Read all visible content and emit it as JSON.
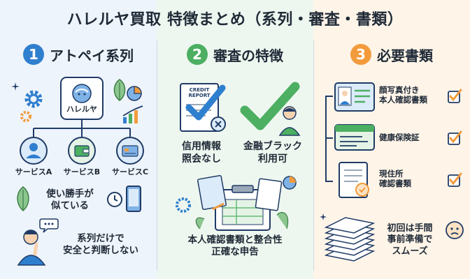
{
  "title": "ハレルヤ買取 特徴まとめ（系列・審査・書類）",
  "panels": [
    {
      "number": "1",
      "heading": "アトペイ系列",
      "logo_text": "ハレルヤ",
      "services": [
        "サービスA",
        "サービスB",
        "サービスC"
      ],
      "point_1": [
        "使い勝手が",
        "似ている"
      ],
      "point_2": [
        "系列だけで",
        "安全と判断しない"
      ]
    },
    {
      "number": "2",
      "heading": "審査の特徴",
      "report_text": [
        "CREDIT",
        "REPORT"
      ],
      "item_1": [
        "信用情報",
        "照会なし"
      ],
      "item_2": [
        "金融ブラック",
        "利用可"
      ],
      "point": [
        "本人確認書類と整合性",
        "正確な申告"
      ]
    },
    {
      "number": "3",
      "heading": "必要書類",
      "docs": [
        [
          "顔写真付き",
          "本人確認書類"
        ],
        [
          "健康保険証"
        ],
        [
          "現住所",
          "確認書類"
        ]
      ],
      "point": [
        "初回は手間",
        "事前準備で",
        "スムーズ"
      ]
    }
  ],
  "colors": {
    "blue": "#2f7fcf",
    "green": "#4caf62",
    "orange": "#f29b3c",
    "navy": "#1f3b66"
  }
}
